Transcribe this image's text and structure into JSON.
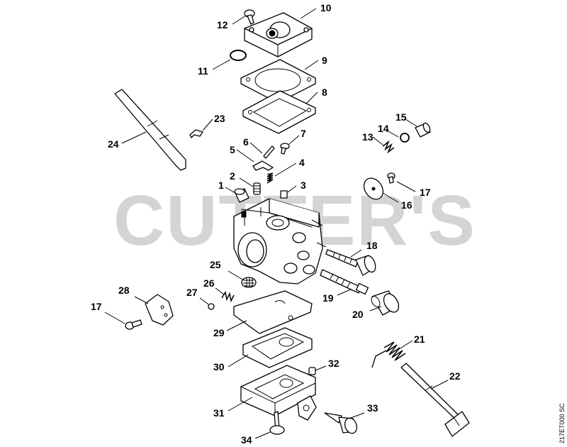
{
  "watermark": "CUTTER'S",
  "drawing_code": "217ET000 SC",
  "labels": [
    "1",
    "2",
    "3",
    "4",
    "5",
    "6",
    "7",
    "8",
    "9",
    "10",
    "11",
    "12",
    "13",
    "14",
    "15",
    "16",
    "17",
    "17",
    "18",
    "19",
    "20",
    "21",
    "22",
    "23",
    "24",
    "25",
    "26",
    "27",
    "28",
    "29",
    "30",
    "31",
    "32",
    "33",
    "34"
  ]
}
